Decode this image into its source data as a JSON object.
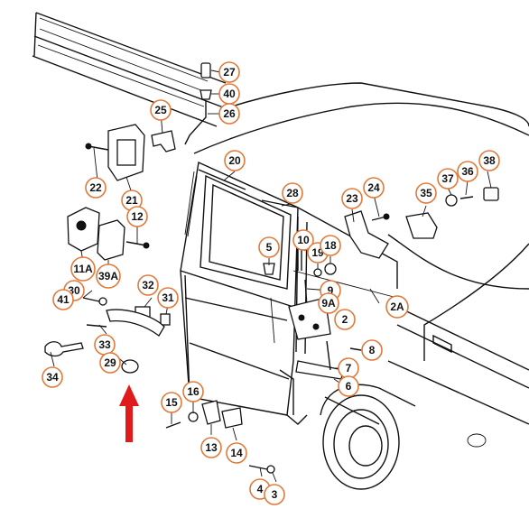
{
  "diagram": {
    "callouts": [
      {
        "id": "c27",
        "label": "27"
      },
      {
        "id": "c40",
        "label": "40"
      },
      {
        "id": "c26",
        "label": "26"
      },
      {
        "id": "c25",
        "label": "25"
      },
      {
        "id": "c22",
        "label": "22"
      },
      {
        "id": "c21",
        "label": "21"
      },
      {
        "id": "c12",
        "label": "12"
      },
      {
        "id": "c11a",
        "label": "11A"
      },
      {
        "id": "c39a",
        "label": "39A"
      },
      {
        "id": "c20",
        "label": "20"
      },
      {
        "id": "c28",
        "label": "28"
      },
      {
        "id": "c23",
        "label": "23"
      },
      {
        "id": "c24",
        "label": "24"
      },
      {
        "id": "c35",
        "label": "35"
      },
      {
        "id": "c37",
        "label": "37"
      },
      {
        "id": "c36",
        "label": "36"
      },
      {
        "id": "c38",
        "label": "38"
      },
      {
        "id": "c5",
        "label": "5"
      },
      {
        "id": "c10",
        "label": "10"
      },
      {
        "id": "c19",
        "label": "19"
      },
      {
        "id": "c18",
        "label": "18"
      },
      {
        "id": "c9",
        "label": "9"
      },
      {
        "id": "c9a",
        "label": "9A"
      },
      {
        "id": "c2",
        "label": "2"
      },
      {
        "id": "c2a",
        "label": "2A"
      },
      {
        "id": "c30",
        "label": "30"
      },
      {
        "id": "c41",
        "label": "41"
      },
      {
        "id": "c32",
        "label": "32"
      },
      {
        "id": "c31",
        "label": "31"
      },
      {
        "id": "c33",
        "label": "33"
      },
      {
        "id": "c29",
        "label": "29"
      },
      {
        "id": "c34",
        "label": "34"
      },
      {
        "id": "c8",
        "label": "8"
      },
      {
        "id": "c7",
        "label": "7"
      },
      {
        "id": "c6",
        "label": "6"
      },
      {
        "id": "c15",
        "label": "15"
      },
      {
        "id": "c16",
        "label": "16"
      },
      {
        "id": "c13",
        "label": "13"
      },
      {
        "id": "c14",
        "label": "14"
      },
      {
        "id": "c4",
        "label": "4"
      },
      {
        "id": "c3",
        "label": "3"
      }
    ],
    "accent_color": "#e07a3a",
    "arrow_color": "#e01b1b"
  }
}
